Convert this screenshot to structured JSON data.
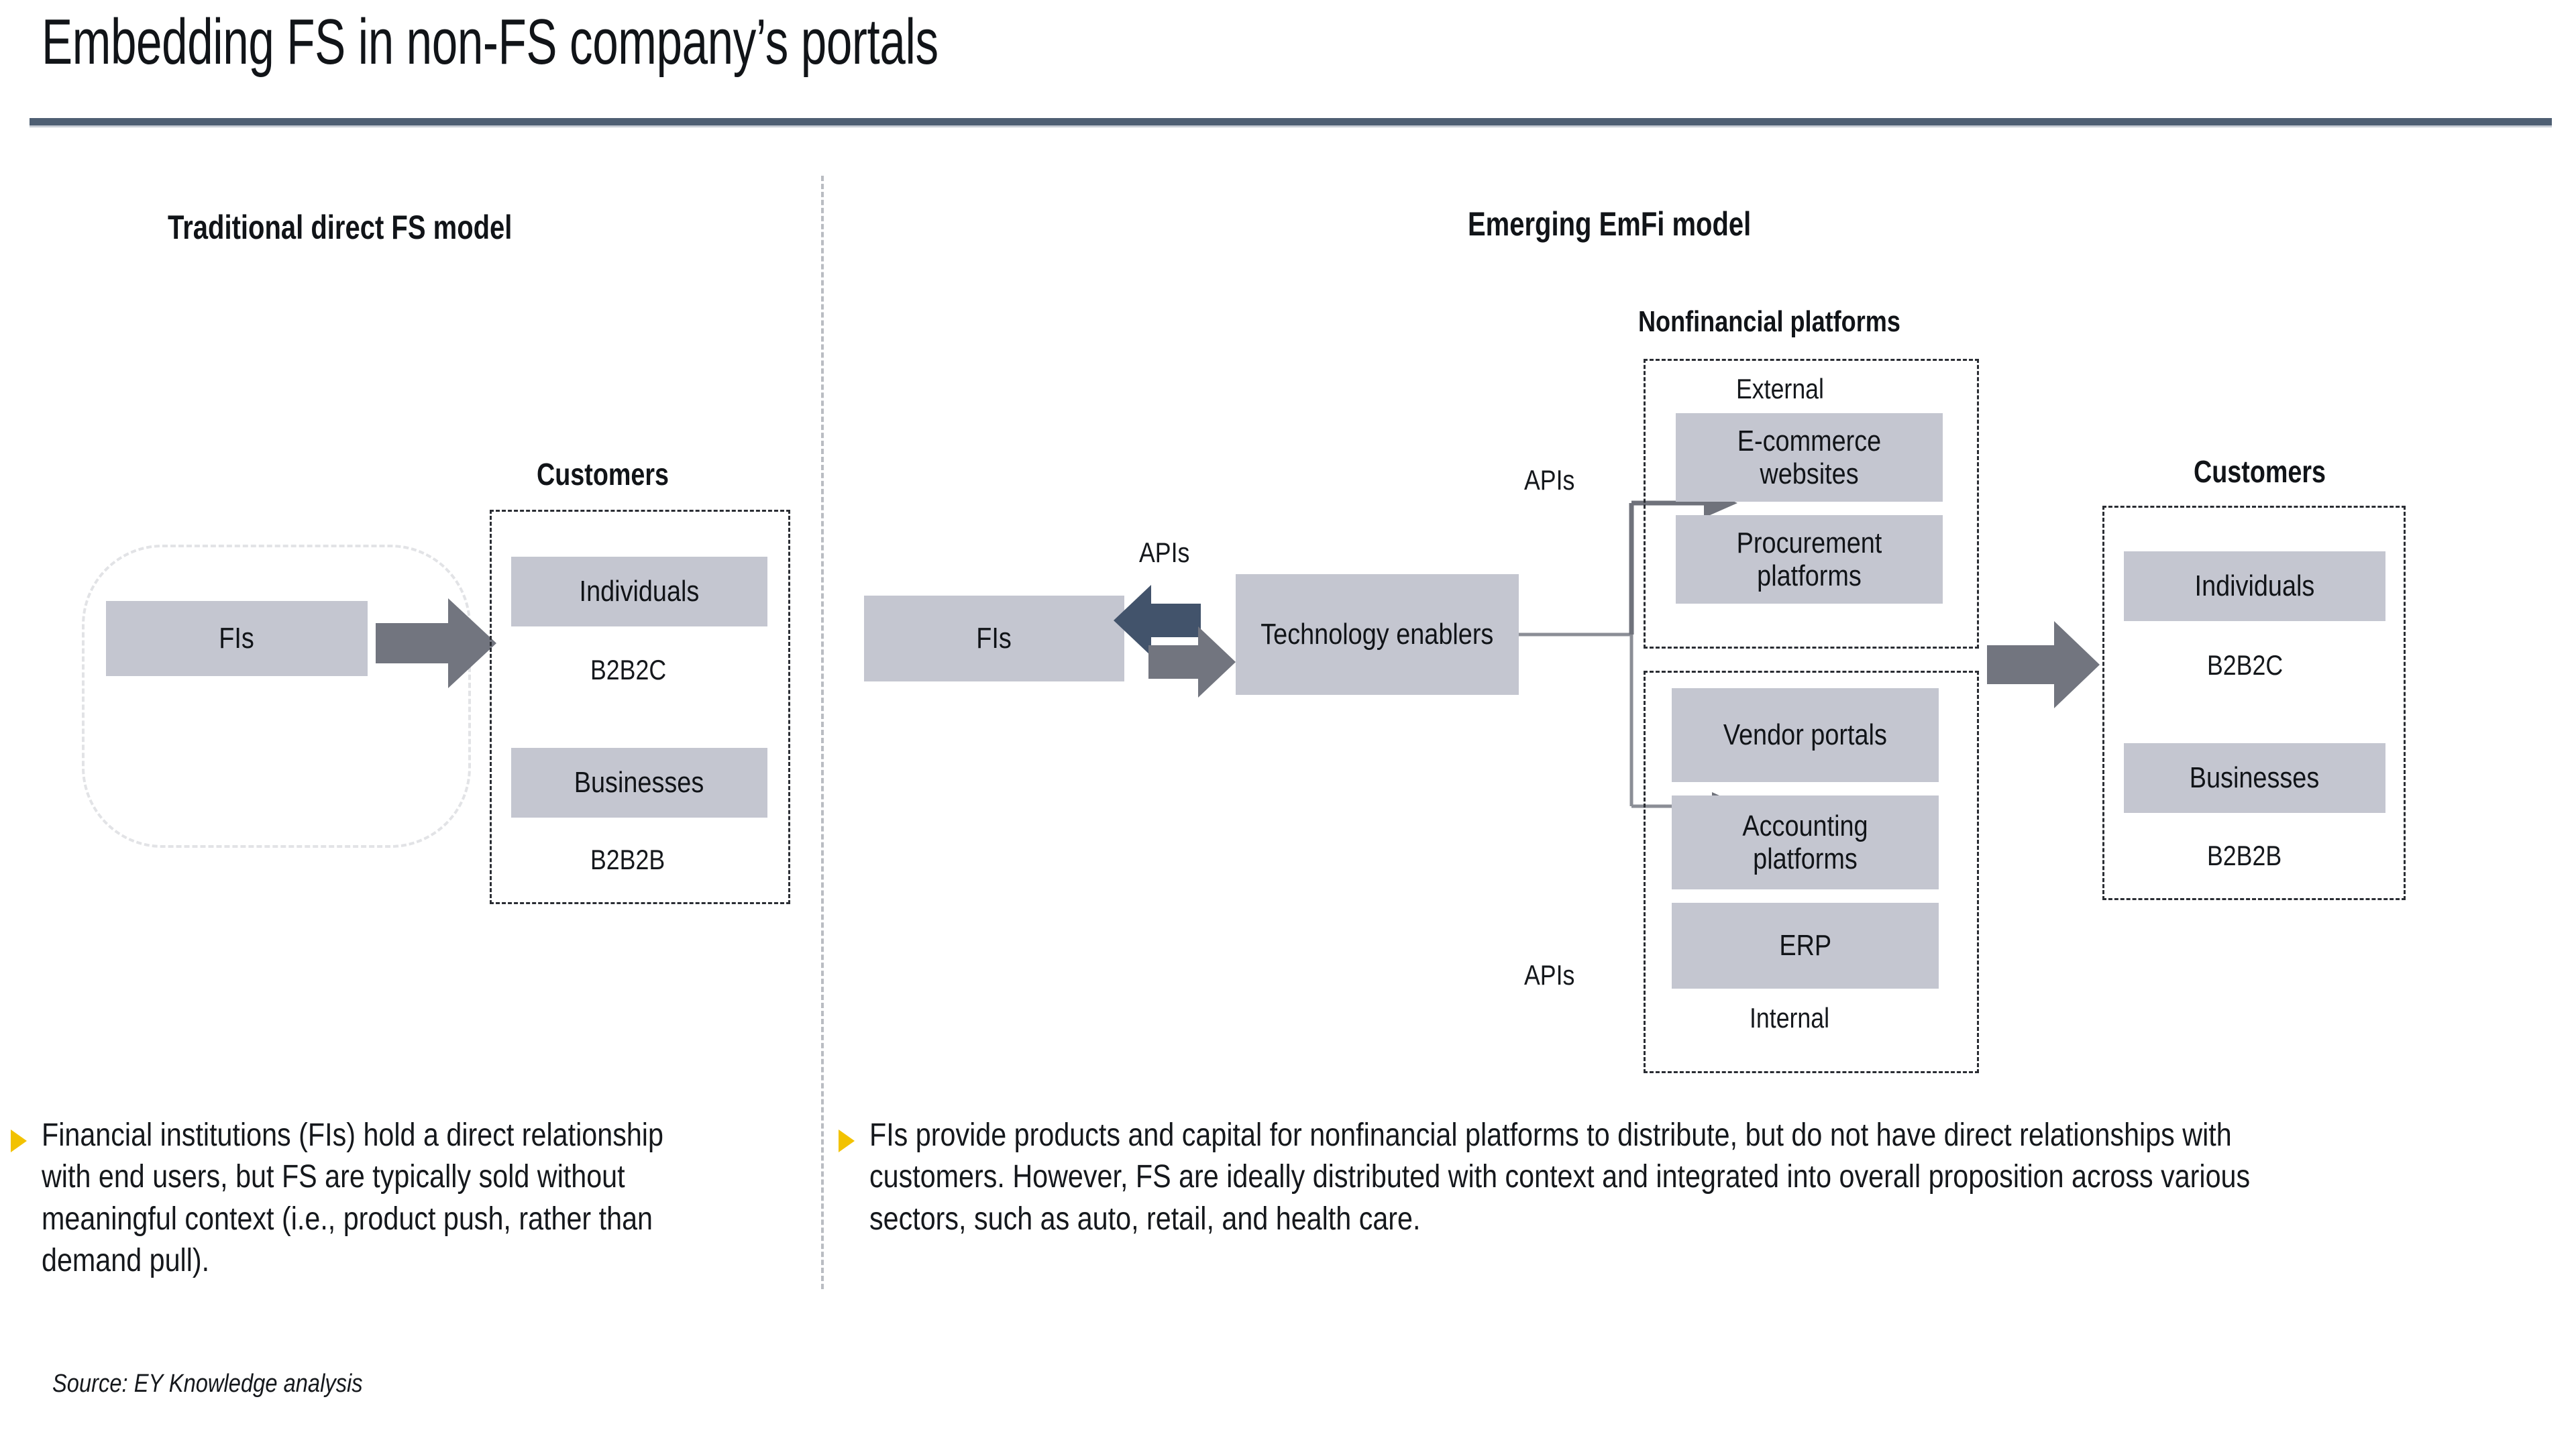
{
  "slide": {
    "title": "Embedding FS in non-FS company’s portals",
    "source": "Source: EY Knowledge analysis"
  },
  "colors": {
    "rule": "#4e5f73",
    "box_fill": "#c4c6d0",
    "arrow_gray": "#72757f",
    "arrow_navy": "#42536b",
    "bullet_marker": "#f2c200",
    "dash_border": "#2a2d33",
    "soft_dash_border": "#e2e3e6"
  },
  "left_panel": {
    "heading": "Traditional direct FS model",
    "fi_box": "FIs",
    "customers_label": "Customers",
    "customer_items": [
      {
        "box": "Individuals",
        "caption": "B2B2C"
      },
      {
        "box": "Businesses",
        "caption": "B2B2B"
      }
    ],
    "bullet": "Financial institutions (FIs) hold a direct relationship with end users, but FS are typically sold without meaningful context (i.e., product push, rather than demand pull)."
  },
  "right_panel": {
    "heading": "Emerging EmFi model",
    "fi_box": "FIs",
    "tech_box": "Technology enablers",
    "api_label_fi": "APIs",
    "api_label_top": "APIs",
    "api_label_bottom": "APIs",
    "platforms_label": "Nonfinancial platforms",
    "external_label": "External",
    "internal_label": "Internal",
    "external_items": [
      "E-commerce websites",
      "Procurement platforms"
    ],
    "internal_items": [
      "Vendor portals",
      "Accounting platforms",
      "ERP"
    ],
    "customers_label": "Customers",
    "customer_items": [
      {
        "box": "Individuals",
        "caption": "B2B2C"
      },
      {
        "box": "Businesses",
        "caption": "B2B2B"
      }
    ],
    "bullet": "FIs provide products and capital for nonfinancial platforms to distribute, but do not have direct relationships with customers. However, FS are ideally distributed with context and integrated into overall proposition across various sectors, such as auto, retail, and health care."
  }
}
